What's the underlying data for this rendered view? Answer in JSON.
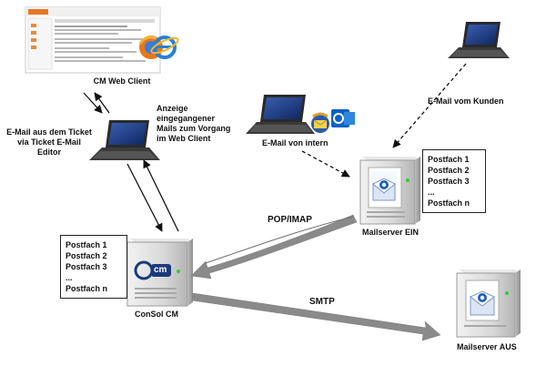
{
  "labels": {
    "web_client": "CM Web Client",
    "email_from_ticket": "E-Mail aus dem Ticket\nvia Ticket E-Mail\nEditor",
    "anzeige": "Anzeige\neingegangener\nMails zum Vorgang\nim Web Client",
    "email_intern": "E-Mail von intern",
    "email_kunden": "E-Mail vom Kunden",
    "mailserver_ein": "Mailserver EIN",
    "consol_cm": "ConSol CM",
    "mailserver_aus": "Mailserver AUS",
    "pop_imap": "POP/IMAP",
    "smtp": "SMTP",
    "cm_logo": "cm"
  },
  "postfach_ein": [
    "Postfach 1",
    "Postfach 2",
    "Postfach 3",
    "...",
    "Postfach n"
  ],
  "postfach_cm": [
    "Postfach 1",
    "Postfach 2",
    "Postfach 3",
    "...",
    "Postfach n"
  ],
  "colors": {
    "arrow_gray": "#8a8a8a",
    "server_body": "#d6d6d6",
    "laptop_dark": "#2a2a2a",
    "screen_blue": "#1f3e86",
    "outlook_blue": "#0a62c4",
    "firefox_orange": "#e8761c",
    "ie_blue": "#2a7fd4"
  },
  "icons": {
    "browser": "browser-screenshot",
    "browsers": "firefox-ie-icon",
    "outlook": "thunderbird-outlook-icon",
    "mail": "envelope-at-icon"
  }
}
